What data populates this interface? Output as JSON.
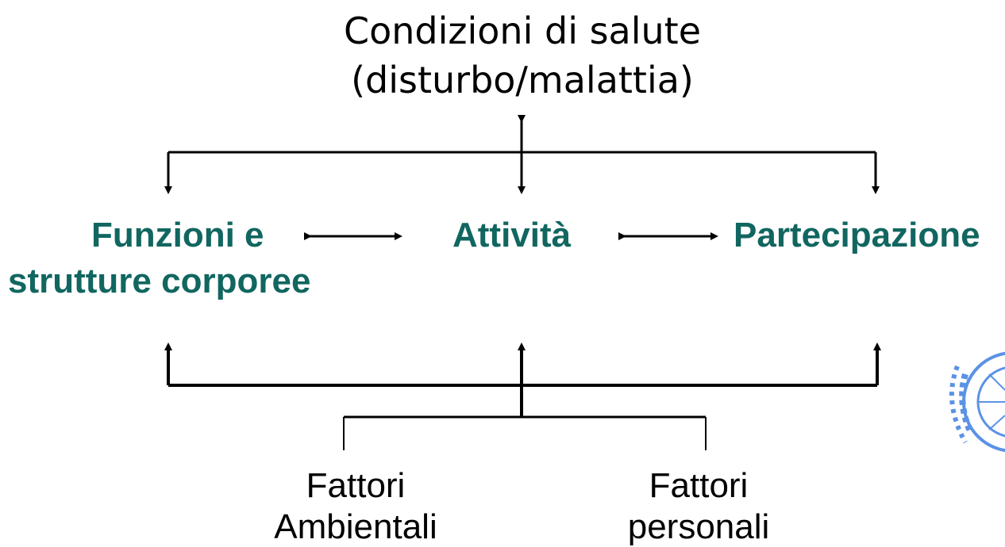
{
  "title": {
    "line1": "Condizioni di salute",
    "line2": "(disturbo/malattia)"
  },
  "nodes": {
    "functions": {
      "line1": "Funzioni e",
      "line2": "strutture corporee"
    },
    "activities": "Attività",
    "participation": "Partecipazione"
  },
  "factors": {
    "environmental": {
      "line1": "Fattori",
      "line2": "Ambientali"
    },
    "personal": {
      "line1": "Fattori",
      "line2": "personali"
    }
  },
  "colors": {
    "node_text": "#116660",
    "lines": "#000000",
    "logo": "#5b92e5"
  },
  "logo": "united-nations-emblem-partial"
}
